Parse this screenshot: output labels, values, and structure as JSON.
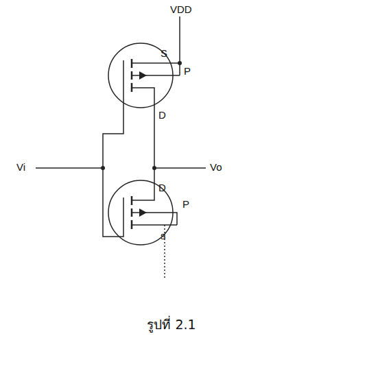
{
  "diagram": {
    "caption": "รูปที่ 2.1",
    "labels": [
      "VDD",
      "S",
      "P",
      "D",
      "Vi",
      "Vo",
      "D",
      "P",
      "s"
    ]
  }
}
